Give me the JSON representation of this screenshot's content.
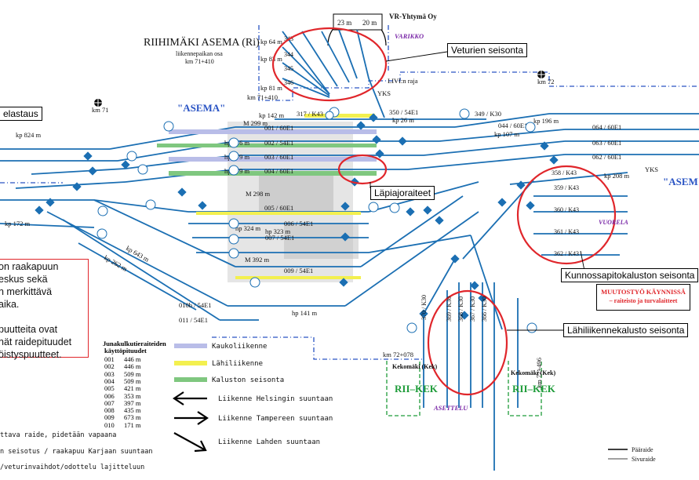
{
  "header": {
    "operator": "VR-Yhtymä Oy",
    "varikko": "VARIKKO",
    "station_title": "RIIHIMÄKI ASEMA (Ri)",
    "subtitle_line1": "liikennepaikan osa",
    "subtitle_line2": "km 71+410",
    "asema_left": "\"ASEMA\"",
    "asema_right": "\"ASEM",
    "livi_border": "LIVI:n raja",
    "km_71": "km 71",
    "km_72": "km 72",
    "km_71_410": "km 71+410"
  },
  "callouts": {
    "veturien": "Veturien seisonta",
    "lapiajo": "Läpiajoraiteet",
    "kunnossapito": "Kunnossapitokaluston seisonta",
    "lahiliikenne": "Lähiliikennekalusto seisonta",
    "elastaus": "elastaus"
  },
  "muutos": {
    "title": "MUUTOSTYÖ KÄYNNISSÄ",
    "sub": "– raiteisto ja turvalaitteet"
  },
  "left_note": {
    "lines": [
      "on raakapuun",
      "eskus sekä",
      "n merkittävä",
      "aika.",
      "",
      "puutteita ovat",
      "nät raidepituudet",
      "öistyspuutteet."
    ]
  },
  "lengths": {
    "title_line1": "Junakulkutieraiteiden",
    "title_line2": "käyttöpituudet",
    "rows": [
      {
        "track": "001",
        "len": "446 m"
      },
      {
        "track": "002",
        "len": "446 m"
      },
      {
        "track": "003",
        "len": "509 m"
      },
      {
        "track": "004",
        "len": "509 m"
      },
      {
        "track": "005",
        "len": "421 m"
      },
      {
        "track": "006",
        "len": "353 m"
      },
      {
        "track": "007",
        "len": "397 m"
      },
      {
        "track": "008",
        "len": "435 m"
      },
      {
        "track": "009",
        "len": "673 m"
      },
      {
        "track": "010",
        "len": "171 m"
      }
    ]
  },
  "legend": {
    "kauko": "Kaukoliikenne",
    "lahi": "Lähiliikenne",
    "kalusto": "Kaluston seisonta",
    "helsinki": "Liikenne Helsingin suuntaan",
    "tampere": "Liikenne Tampereen suuntaan",
    "lahti": "Liikenne Lahden suuntaan",
    "colors": {
      "kauko": "#b9bde8",
      "lahi": "#f3f04f",
      "kalusto": "#7fc77f",
      "red": "#e0262b",
      "blue": "#1b6fb3"
    }
  },
  "bottom_notes": [
    "ttava raide, pidetään vapaana",
    "n seisotus / raakapuu Karjaan suuntaan",
    "/veturinvaihdot/odottelu lajitteluun"
  ],
  "line_legend": {
    "paa": "Pääraide",
    "sivu": "Sivuraide"
  },
  "places": {
    "kekomaki": "Kekomäki (Kek)",
    "riikek": "RII–KEK",
    "asettelu": "ASETTELU",
    "vuorela": "VUORELA",
    "yks": "YKS"
  },
  "tracks": [
    {
      "name": "001 / 60E1",
      "len": "M 299 m"
    },
    {
      "name": "002 / 54E1",
      "len": "hp 416 m"
    },
    {
      "name": "003 / 60E1",
      "len": "hp 479 m"
    },
    {
      "name": "004 / 60E1",
      "len": "hp 479 m"
    },
    {
      "name": "005 / 60E1",
      "len": "M 298 m"
    },
    {
      "name": "006 / 54E1",
      "len": "hp 324 m"
    },
    {
      "name": "007 / 54E1",
      "len": "hp 323 m"
    },
    {
      "name": "009 / 54E1",
      "len": "M 392 m"
    },
    {
      "name": "010b / 54E1",
      "len": ""
    },
    {
      "name": "011 / 54E1",
      "len": ""
    }
  ],
  "right_tracks": [
    "064 / 60E1",
    "063 / 60E1",
    "062 / 60E1",
    "044 / 60E1",
    "349 / K30",
    "350 / 54E1",
    "317 / K43"
  ],
  "vuorela_tracks": [
    "358 / K43",
    "359 / K43",
    "360 / K43",
    "361 / K43",
    "362 / K43"
  ],
  "kek_tracks": [
    "370 / K30",
    "369 / K30",
    "368 / K30",
    "367 / K30",
    "366 / K30"
  ],
  "top_tracks": [
    "344",
    "345",
    "346",
    "343"
  ],
  "tag_labels": [
    "kp 824 m",
    "kp 142 m",
    "hp 141 m",
    "kp 172 m",
    "kp 643 m",
    "kp 262 m",
    "km 72+078",
    "km 72+496",
    "kp 208 m",
    "kp 196 m",
    "kp 107 m",
    "kp 26 m",
    "kp 64 m",
    "kp 83 m",
    "kp 81 m"
  ]
}
